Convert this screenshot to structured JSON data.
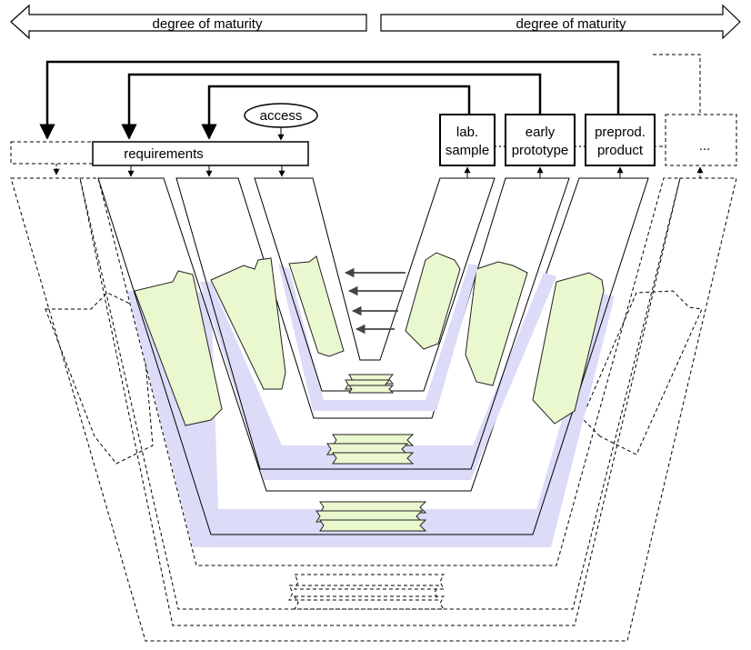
{
  "header": {
    "left_arrow_label": "degree of maturity",
    "right_arrow_label": "degree of maturity"
  },
  "bars": {
    "requirements_label": "requirements",
    "access_label": "access"
  },
  "boxes": {
    "lab_sample": [
      "lab.",
      "sample"
    ],
    "early_prototype": [
      "early",
      "prototype"
    ],
    "preprod_product": [
      "preprod.",
      "product"
    ],
    "ellipsis": "..."
  },
  "colors": {
    "v_fill": "#b9b5f6",
    "v_fill_light": "#dcdbf8",
    "document_fill": "#eaf8cf"
  }
}
